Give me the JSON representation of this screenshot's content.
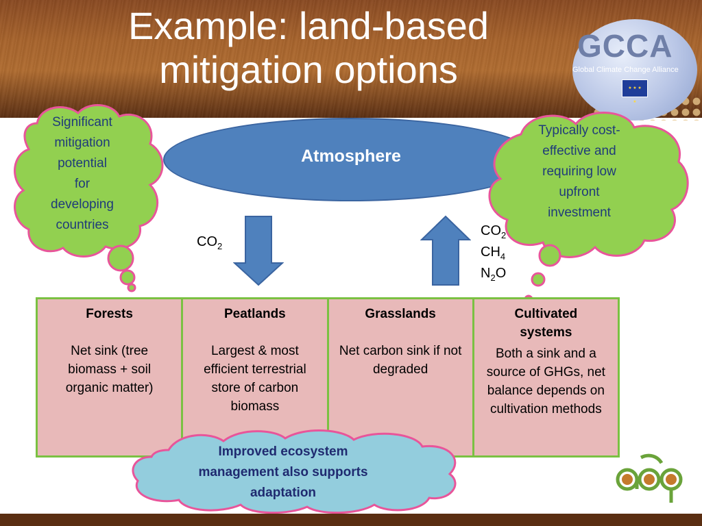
{
  "slide": {
    "title_line1": "Example: land-based",
    "title_line2": "mitigation options"
  },
  "logos": {
    "gcca_text": "GCCA",
    "gcca_subtitle": "Global Climate Change Alliance"
  },
  "atmosphere": {
    "label": "Atmosphere"
  },
  "bubbles": {
    "left": [
      "Significant",
      "mitigation",
      "potential",
      "for",
      "developing",
      "countries"
    ],
    "right": [
      "Typically cost-",
      "effective and",
      "requiring low",
      "upfront",
      "investment"
    ],
    "bottom": [
      "Improved ecosystem",
      "management also supports",
      "adaptation"
    ]
  },
  "flows": {
    "down_gas": {
      "base": "CO",
      "sub": "2"
    },
    "up_gases": [
      {
        "base": "CO",
        "sub": "2",
        "suffix": ""
      },
      {
        "base": "CH",
        "sub": "4",
        "suffix": ""
      },
      {
        "base": "N",
        "sub": "2",
        "suffix": "O"
      }
    ]
  },
  "table": {
    "columns": [
      {
        "heading": "Forests",
        "body": "Net sink (tree biomass + soil organic matter)"
      },
      {
        "heading": "Peatlands",
        "body": "Largest & most efficient terrestrial store of carbon biomass"
      },
      {
        "heading": "Grasslands",
        "body": "Net carbon sink if not degraded"
      },
      {
        "heading": "Cultivated systems",
        "body": "Both a sink and a source of GHGs, net balance depends on cultivation methods"
      }
    ]
  },
  "colors": {
    "atmosphere_fill": "#4f81bd",
    "bubble_green": "#92d050",
    "bubble_border": "#e8559a",
    "bubble_blue": "#93cddd",
    "table_fill": "#e8b9b9",
    "table_border": "#7ac142",
    "arrow_fill": "#4f81bd"
  }
}
